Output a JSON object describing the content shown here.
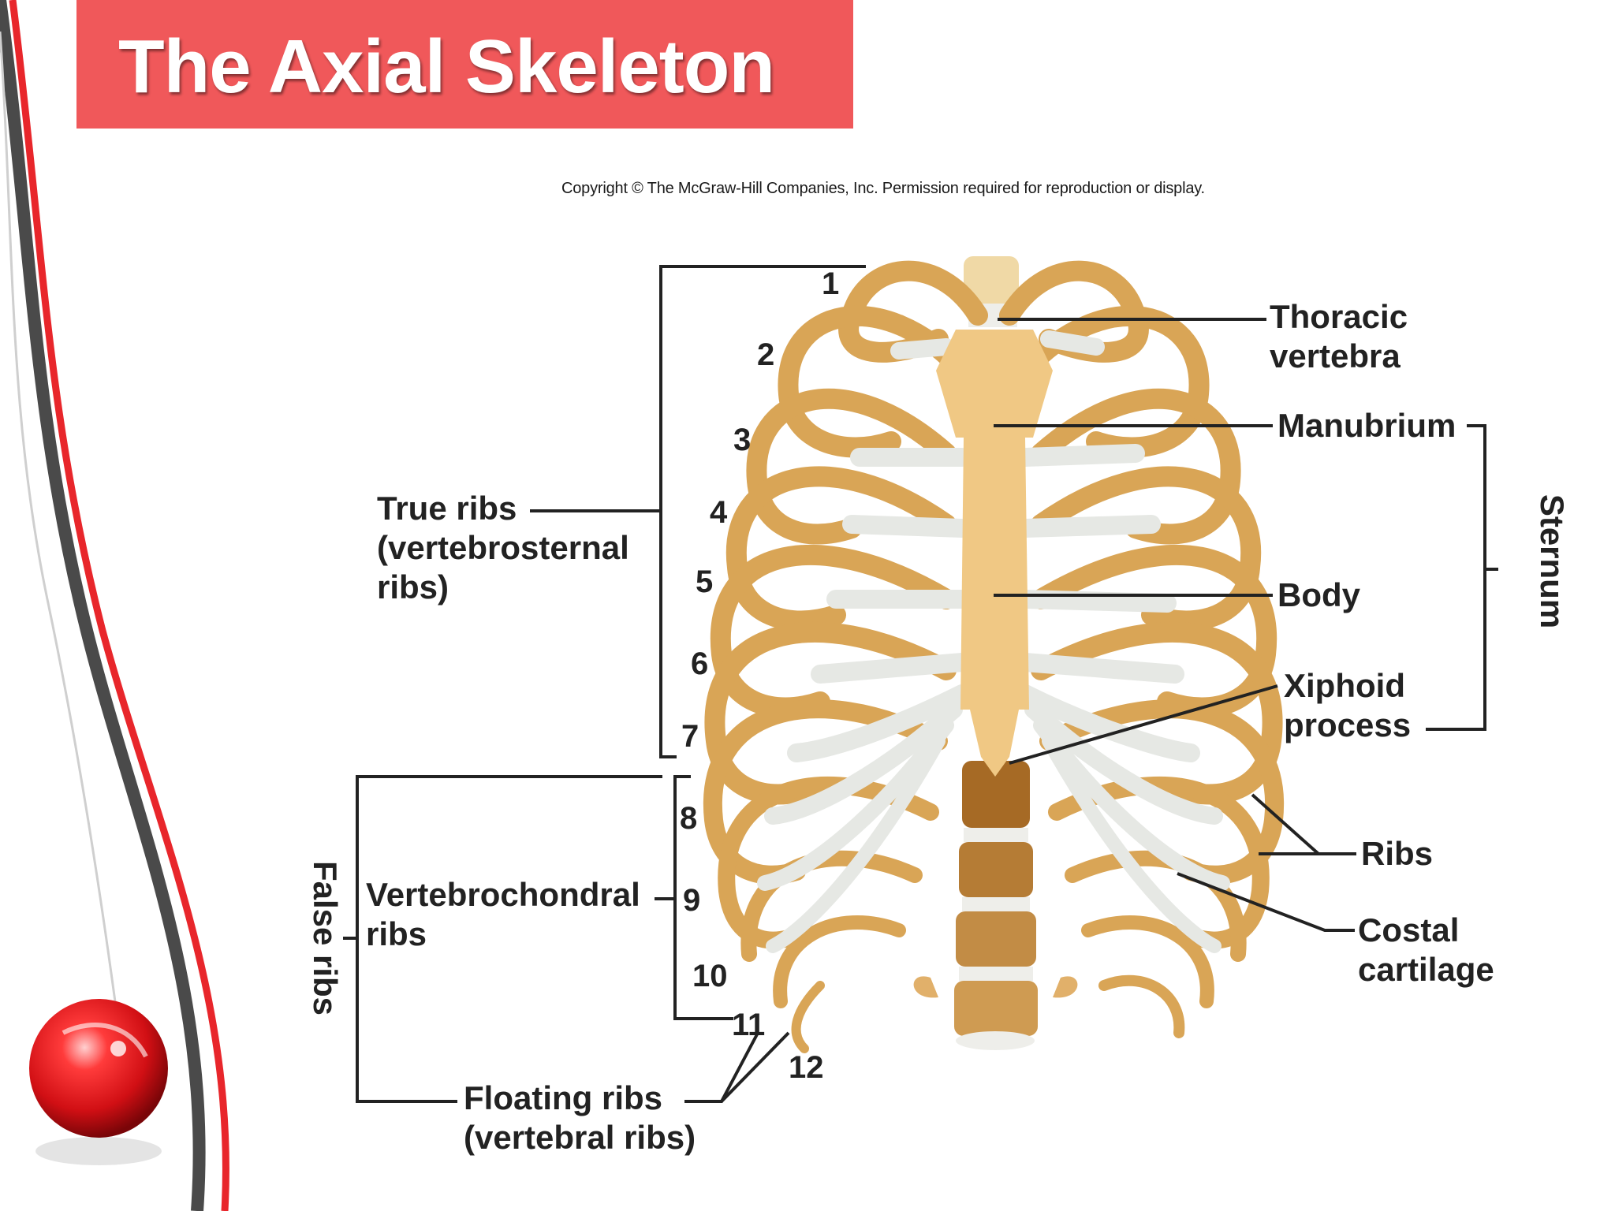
{
  "slide": {
    "title": "The Axial Skeleton",
    "copyright": "Copyright © The McGraw-Hill Companies, Inc. Permission required for reproduction or display."
  },
  "labels": {
    "thoracic_vertebra_line1": "Thoracic",
    "thoracic_vertebra_line2": "vertebra",
    "manubrium": "Manubrium",
    "body": "Body",
    "xiphoid_line1": "Xiphoid",
    "xiphoid_line2": "process",
    "sternum": "Sternum",
    "ribs": "Ribs",
    "costal_line1": "Costal",
    "costal_line2": "cartilage",
    "true_ribs_line1": "True ribs",
    "true_ribs_line2": "(vertebrosternal",
    "true_ribs_line3": "ribs)",
    "false_ribs": "False ribs",
    "vertebrochondral_line1": "Vertebrochondral",
    "vertebrochondral_line2": "ribs",
    "floating_line1": "Floating ribs",
    "floating_line2": "(vertebral ribs)"
  },
  "rib_numbers": [
    "1",
    "2",
    "3",
    "4",
    "5",
    "6",
    "7",
    "8",
    "9",
    "10",
    "11",
    "12"
  ],
  "colors": {
    "title_bar": "#f0585a",
    "bone": "#e6b56a",
    "bone_dark": "#b98438",
    "cartilage": "#e6e8e4",
    "accent_red": "#e8262b",
    "accent_gray": "#4a4a4a"
  }
}
